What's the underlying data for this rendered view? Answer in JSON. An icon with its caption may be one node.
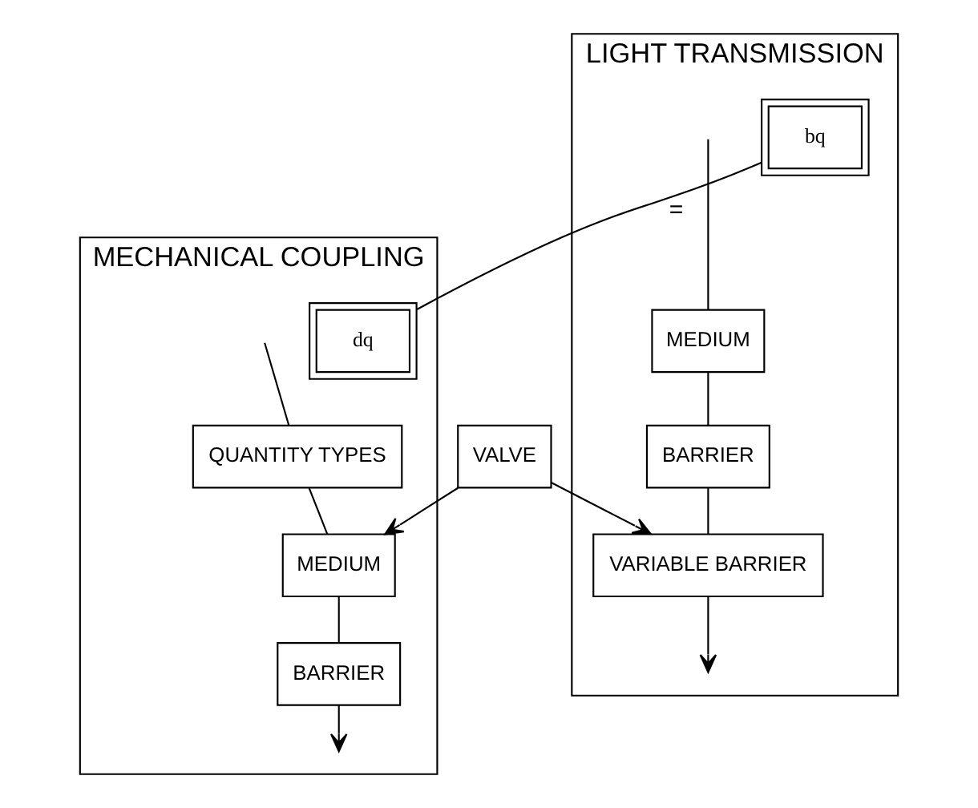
{
  "diagram": {
    "nodes": [
      {
        "text": [
          "VALVE"
        ]
      },
      {
        "text": [
          "MECHANICAL COUPLING"
        ]
      },
      {
        "text": [
          "QUANTITY TYPES"
        ],
        "in": 1
      },
      {
        "text": [
          "MEDIUM"
        ],
        "in": 1
      },
      {
        "text": [
          "BARRIER"
        ],
        "in": 1
      },
      {
        "text": [
          "dq"
        ],
        "in": 1
      },
      {
        "text": [
          "LIGHT TRANSMISSION"
        ]
      },
      {
        "text": [
          "MEDIUM"
        ],
        "in": 6
      },
      {
        "text": [
          "BARRIER"
        ],
        "in": 6
      },
      {
        "text": [
          "VARIABLE BARRIER"
        ],
        "in": 6
      },
      {
        "text": [
          "bq"
        ],
        "in": 6
      }
    ],
    "edges": [
      {
        "from": 0,
        "to": 3,
        "arrow": "to"
      },
      {
        "from": 0,
        "to": 9,
        "arrow": "to"
      },
      {
        "from": null,
        "to": 2,
        "arrow": "none"
      },
      {
        "from": 2,
        "to": 3,
        "arrow": "none"
      },
      {
        "from": 3,
        "to": 4,
        "arrow": "none"
      },
      {
        "from": 4,
        "to": null,
        "arrow": "to"
      },
      {
        "from": null,
        "to": 7,
        "arrow": "none"
      },
      {
        "from": 7,
        "to": 8,
        "arrow": "none"
      },
      {
        "from": 8,
        "to": 9,
        "arrow": "none"
      },
      {
        "from": 9,
        "to": null,
        "arrow": "to"
      },
      {
        "from": 5,
        "to": 10,
        "label": "=",
        "arrow": "none"
      }
    ]
  }
}
